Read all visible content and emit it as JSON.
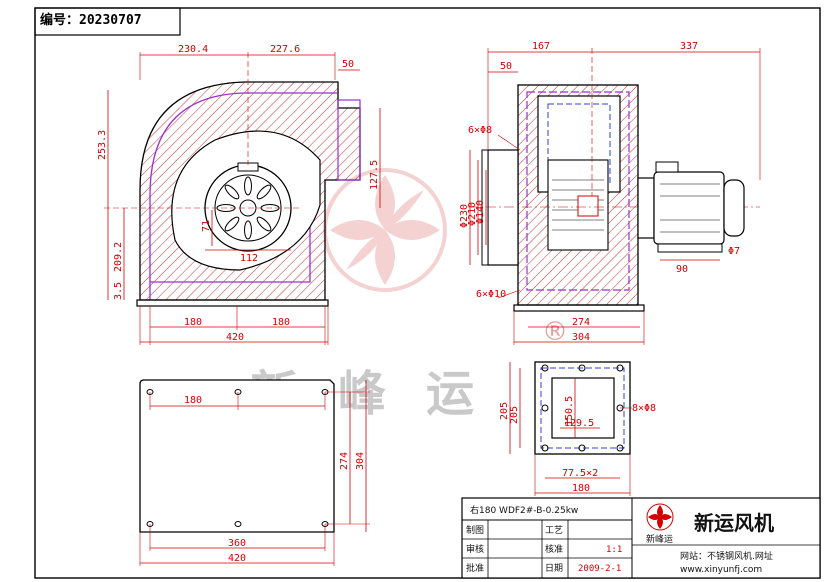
{
  "header": {
    "drawing_no": "编号：20230707"
  },
  "watermark": {
    "text": "新峰运",
    "mark": "®"
  },
  "colors": {
    "dim": "#d40000",
    "hatch": "#cc3333",
    "outline": "#9a2fd0",
    "line": "#000000"
  },
  "views": {
    "front": {
      "top_dims": [
        "230.4",
        "227.6"
      ],
      "outlet_dim": "50",
      "left_dims": [
        "253.3",
        "209.2",
        "3.5"
      ],
      "right_dim": "127.5",
      "hub_dims": [
        "71",
        "112"
      ],
      "bottom_dims": [
        "180",
        "180",
        "420"
      ]
    },
    "side": {
      "top_dims": [
        "167",
        "337"
      ],
      "inlet_dim": "50",
      "hole_top": "6×Φ8",
      "dia_dims": [
        "Φ230",
        "Φ210",
        "Φ140"
      ],
      "hole_bottom": "6×Φ10",
      "motor_dims": [
        "90",
        "Φ7"
      ],
      "base_dims": [
        "274",
        "304"
      ]
    },
    "flange": {
      "left_dims": [
        "205",
        "205"
      ],
      "inner_dims": [
        "150.5",
        "129.5"
      ],
      "holes": "8×Φ8",
      "bottom_dims": [
        "77.5×2",
        "180"
      ]
    },
    "base_plate": {
      "top_dim": "180",
      "right_dims": [
        "274",
        "304"
      ],
      "bottom_dims": [
        "360",
        "420"
      ]
    }
  },
  "title_block": {
    "model": "右180 WDF2#-B-0.25kw",
    "rows": [
      {
        "label": "制图",
        "label2": "工艺",
        "value2": ""
      },
      {
        "label": "审核",
        "label2": "核准",
        "value2": "1:1"
      },
      {
        "label": "批准",
        "label2": "日期",
        "value2": "2009-2-1"
      }
    ],
    "company": "新运风机",
    "logo_text": "新峰运",
    "website": "网站：不锈钢风机.网址",
    "url": "www.xinyunfj.com"
  }
}
